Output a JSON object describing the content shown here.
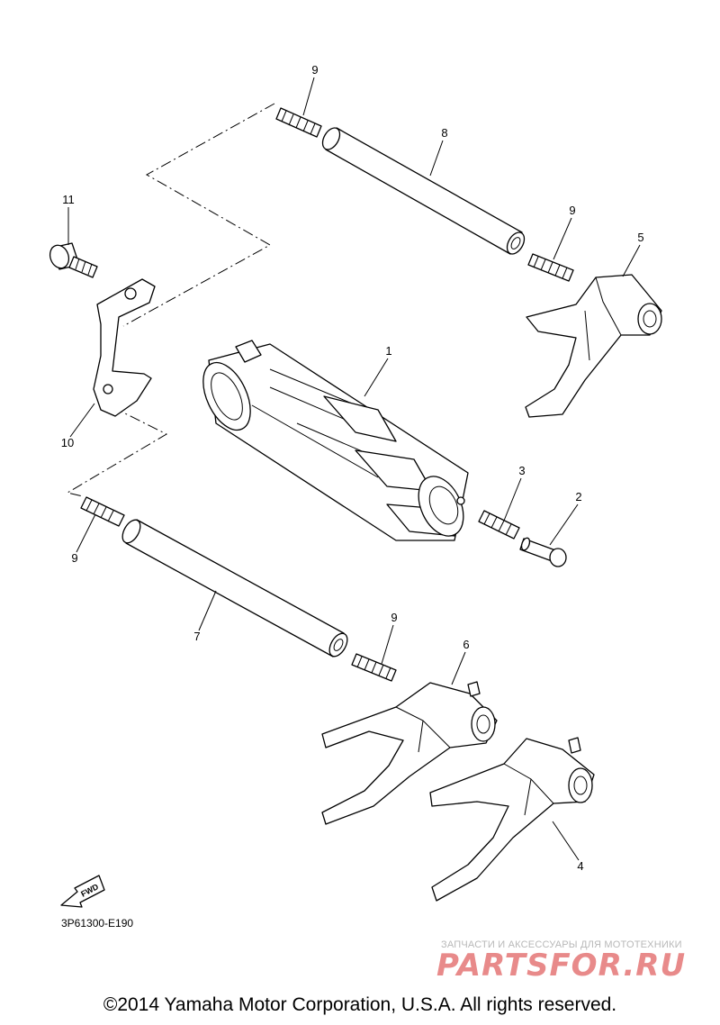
{
  "diagram": {
    "callouts": [
      "1",
      "2",
      "3",
      "4",
      "5",
      "6",
      "7",
      "8",
      "9",
      "9",
      "9",
      "9",
      "10",
      "11"
    ],
    "fwd_label": "FWD",
    "code": "3P61300-E190"
  },
  "watermark": {
    "line1": "ЗАПЧАСТИ И АКСЕССУАРЫ ДЛЯ МОТОТЕХНИКИ",
    "line2": "PARTSFOR.RU"
  },
  "footer": {
    "copyright": "©2014 Yamaha Motor Corporation, U.S.A. All rights reserved."
  }
}
